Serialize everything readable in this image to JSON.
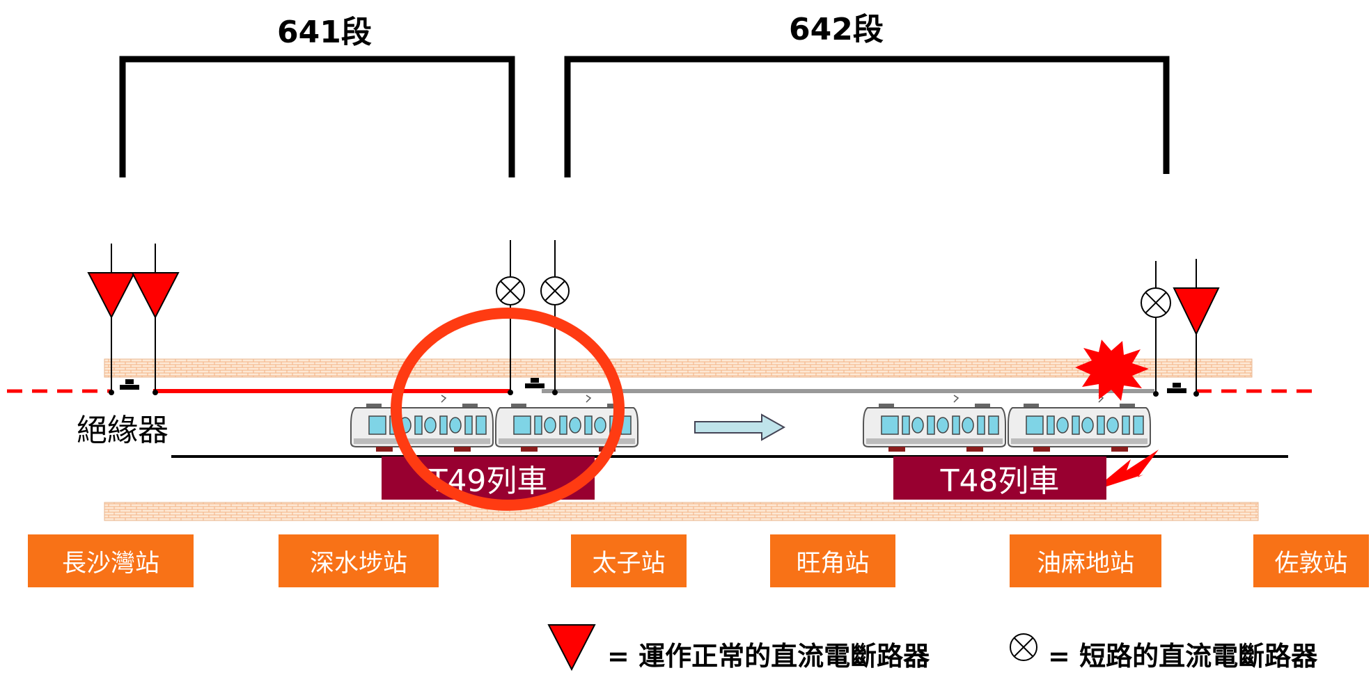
{
  "sections": [
    {
      "label": "641段"
    },
    {
      "label": "642段"
    }
  ],
  "insulator_label": "絕緣器",
  "trains": [
    {
      "label": "T49列車"
    },
    {
      "label": "T48列車"
    }
  ],
  "stations": [
    "長沙灣站",
    "深水埗站",
    "太子站",
    "旺角站",
    "油麻地站",
    "佐敦站"
  ],
  "legend": {
    "normal_breaker": "= 運作正常的直流電斷路器",
    "short_circuit_breaker": "= 短路的直流電斷路器"
  },
  "colors": {
    "normal_breaker": "#ff0000",
    "live_section": "#ff0000",
    "dead_section": "#999999",
    "station_box": "#f87217",
    "train_label_box": "#980030",
    "highlight_circle": "#ff3b12",
    "direction_arrow": "#bfe3ea"
  }
}
